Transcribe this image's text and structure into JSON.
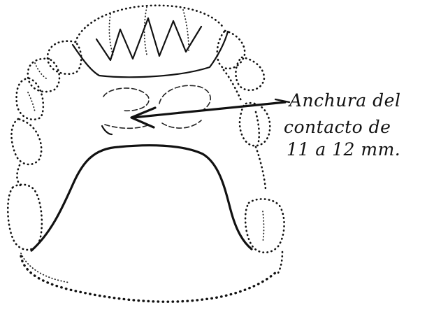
{
  "annotation": {
    "line1": "Anchura del",
    "line2": "contacto de",
    "line3": "11 a 12 mm."
  }
}
